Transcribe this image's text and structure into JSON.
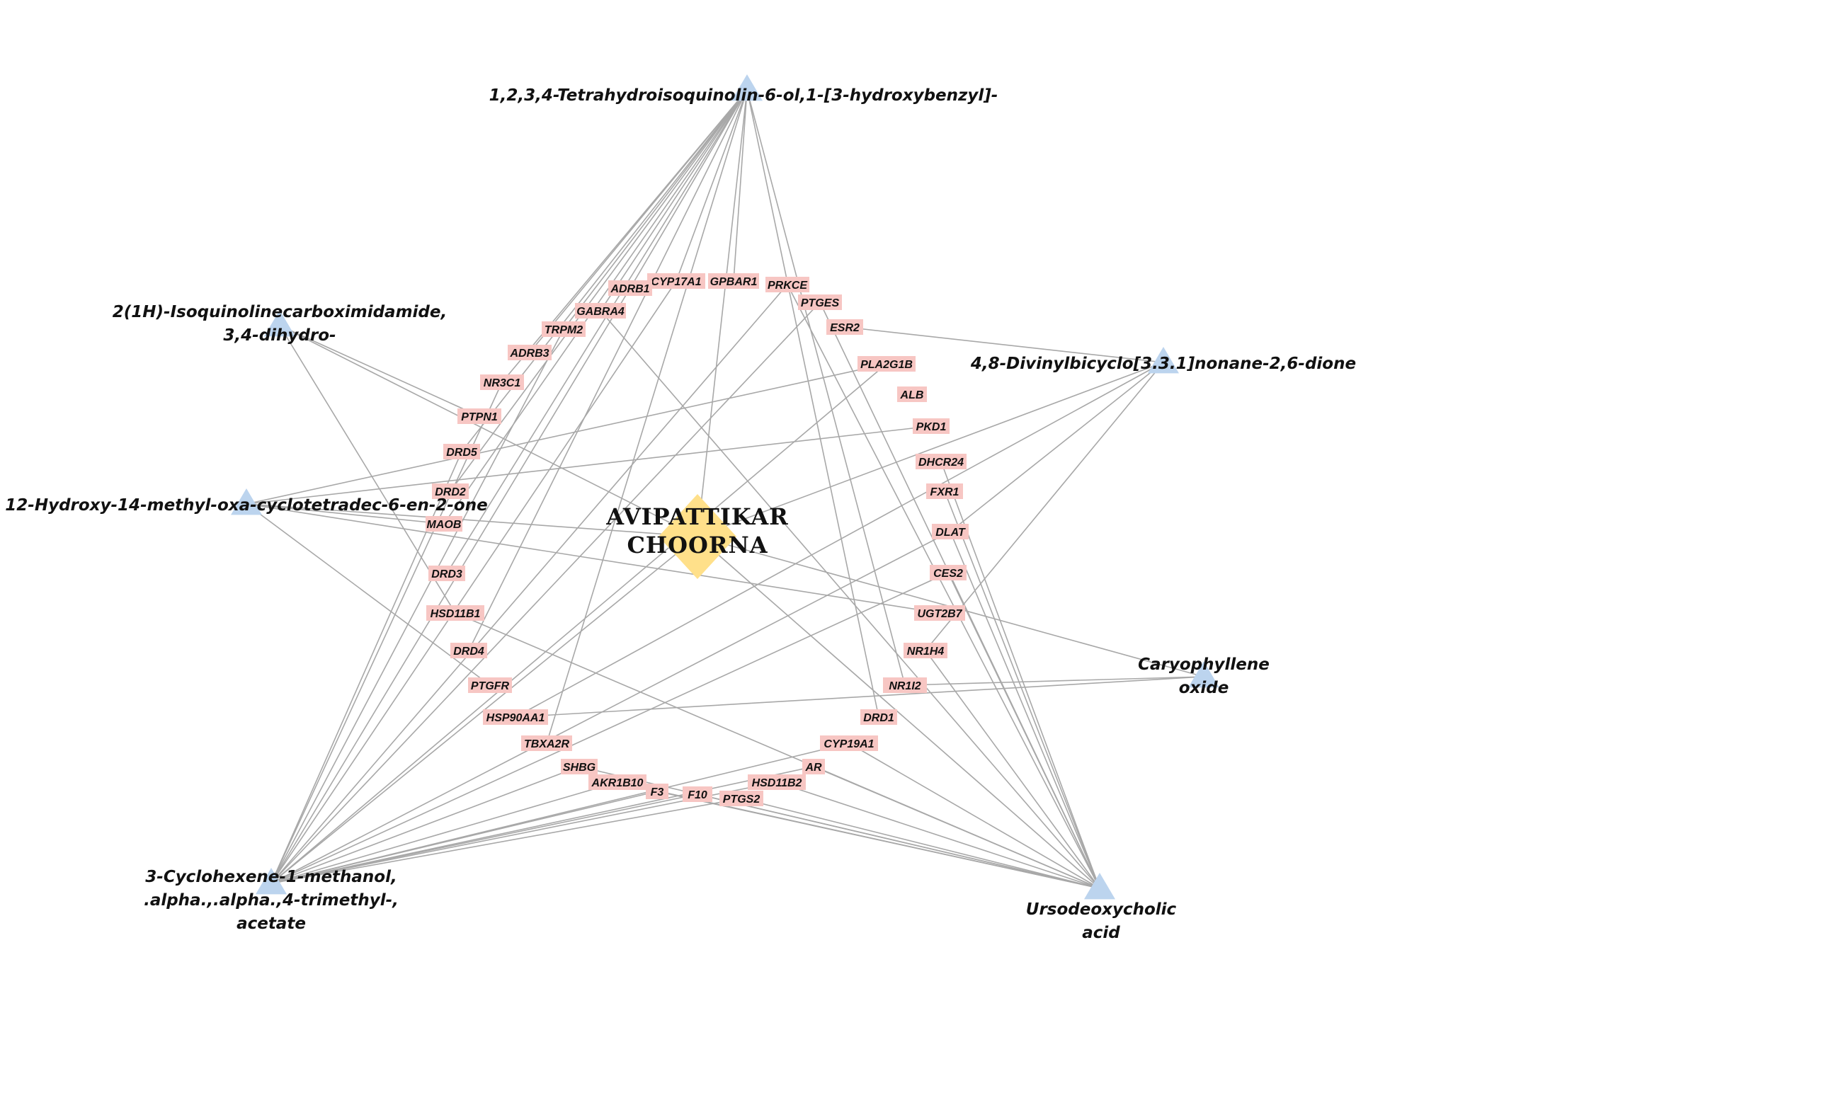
{
  "hub": {
    "lines": [
      "AVIPATTIKAR",
      "CHOORNA"
    ],
    "color": "#ffe08a"
  },
  "compounds": [
    {
      "id": "c1",
      "lines": [
        "1,2,3,4-Tetrahydroisoquinolin-6-ol,1-[3-hydroxybenzyl]-"
      ]
    },
    {
      "id": "c2",
      "lines": [
        "2(1H)-Isoquinolinecarboximidamide,",
        "3,4-dihydro-"
      ]
    },
    {
      "id": "c3",
      "lines": [
        "12-Hydroxy-14-methyl-oxa-cyclotetradec-6-en-2-one"
      ]
    },
    {
      "id": "c4",
      "lines": [
        "4,8-Divinylbicyclo[3.3.1]nonane-2,6-dione"
      ]
    },
    {
      "id": "c5",
      "lines": [
        "Caryophyllene",
        "oxide"
      ]
    },
    {
      "id": "c6",
      "lines": [
        "Ursodeoxycholic",
        "acid"
      ]
    },
    {
      "id": "c7",
      "lines": [
        "3-Cyclohexene-1-methanol,",
        ".alpha.,.alpha.,4-trimethyl-,",
        "acetate"
      ]
    }
  ],
  "targets": [
    "CYP17A1",
    "ADRB1",
    "GPBAR1",
    "PRKCE",
    "PTGES",
    "GABRA4",
    "TRPM2",
    "ESR2",
    "ADRB3",
    "PLA2G1B",
    "NR3C1",
    "ALB",
    "PTPN1",
    "PKD1",
    "DRD5",
    "DHCR24",
    "DRD2",
    "FXR1",
    "MAOB",
    "DLAT",
    "DRD3",
    "CES2",
    "HSD11B1",
    "UGT2B7",
    "DRD4",
    "NR1H4",
    "PTGFR",
    "NR1I2",
    "HSP90AA1",
    "DRD1",
    "TBXA2R",
    "CYP19A1",
    "SHBG",
    "AR",
    "AKR1B10",
    "HSD11B2",
    "F3",
    "F10",
    "PTGS2"
  ],
  "colors": {
    "compound": "#bcd4ee",
    "target": "#f7c6c3",
    "edge": "#a8a8a8"
  },
  "edges": [
    [
      "hub",
      "c1"
    ],
    [
      "hub",
      "c2"
    ],
    [
      "hub",
      "c3"
    ],
    [
      "hub",
      "c4"
    ],
    [
      "hub",
      "c5"
    ],
    [
      "hub",
      "c6"
    ],
    [
      "hub",
      "c7"
    ],
    [
      "c1",
      "CYP17A1"
    ],
    [
      "c1",
      "ADRB1"
    ],
    [
      "c1",
      "GPBAR1"
    ],
    [
      "c1",
      "GABRA4"
    ],
    [
      "c1",
      "TRPM2"
    ],
    [
      "c1",
      "ADRB3"
    ],
    [
      "c1",
      "NR3C1"
    ],
    [
      "c1",
      "DRD5"
    ],
    [
      "c1",
      "DRD2"
    ],
    [
      "c1",
      "MAOB"
    ],
    [
      "c1",
      "DRD3"
    ],
    [
      "c1",
      "DRD1"
    ],
    [
      "c1",
      "DRD4"
    ],
    [
      "c1",
      "NR1I2"
    ],
    [
      "c1",
      "TBXA2R"
    ],
    [
      "c2",
      "PTPN1"
    ],
    [
      "c2",
      "HSD11B1"
    ],
    [
      "c3",
      "PKD1"
    ],
    [
      "c3",
      "PLA2G1B"
    ],
    [
      "c3",
      "UGT2B7"
    ],
    [
      "c3",
      "MAOB"
    ],
    [
      "c3",
      "PTGFR"
    ],
    [
      "c4",
      "DLAT"
    ],
    [
      "c4",
      "ESR2"
    ],
    [
      "c4",
      "NR1H4"
    ],
    [
      "c4",
      "HSP90AA1"
    ],
    [
      "c5",
      "HSP90AA1"
    ],
    [
      "c5",
      "NR1I2"
    ],
    [
      "c6",
      "PRKCE"
    ],
    [
      "c6",
      "PTGES"
    ],
    [
      "c6",
      "GABRA4"
    ],
    [
      "c6",
      "DHCR24"
    ],
    [
      "c6",
      "FXR1"
    ],
    [
      "c6",
      "DLAT"
    ],
    [
      "c6",
      "CES2"
    ],
    [
      "c6",
      "NR1H4"
    ],
    [
      "c6",
      "F3"
    ],
    [
      "c6",
      "F10"
    ],
    [
      "c6",
      "PTGS2"
    ],
    [
      "c6",
      "HSD11B2"
    ],
    [
      "c6",
      "AR"
    ],
    [
      "c6",
      "CYP19A1"
    ],
    [
      "c6",
      "SHBG"
    ],
    [
      "c6",
      "AKR1B10"
    ],
    [
      "c6",
      "HSD11B1"
    ],
    [
      "c7",
      "CYP17A1"
    ],
    [
      "c7",
      "ADRB1"
    ],
    [
      "c7",
      "PRKCE"
    ],
    [
      "c7",
      "PTGES"
    ],
    [
      "c7",
      "TRPM2"
    ],
    [
      "c7",
      "NR3C1"
    ],
    [
      "c7",
      "DRD5"
    ],
    [
      "c7",
      "CES2"
    ],
    [
      "c7",
      "CYP19A1"
    ],
    [
      "c7",
      "AR"
    ],
    [
      "c7",
      "F3"
    ],
    [
      "c7",
      "F10"
    ],
    [
      "c7",
      "HSD11B2"
    ],
    [
      "c7",
      "PTGS2"
    ],
    [
      "c7",
      "AKR1B10"
    ],
    [
      "c7",
      "SHBG"
    ],
    [
      "c7",
      "DLAT"
    ],
    [
      "c7",
      "PLA2G1B"
    ]
  ]
}
